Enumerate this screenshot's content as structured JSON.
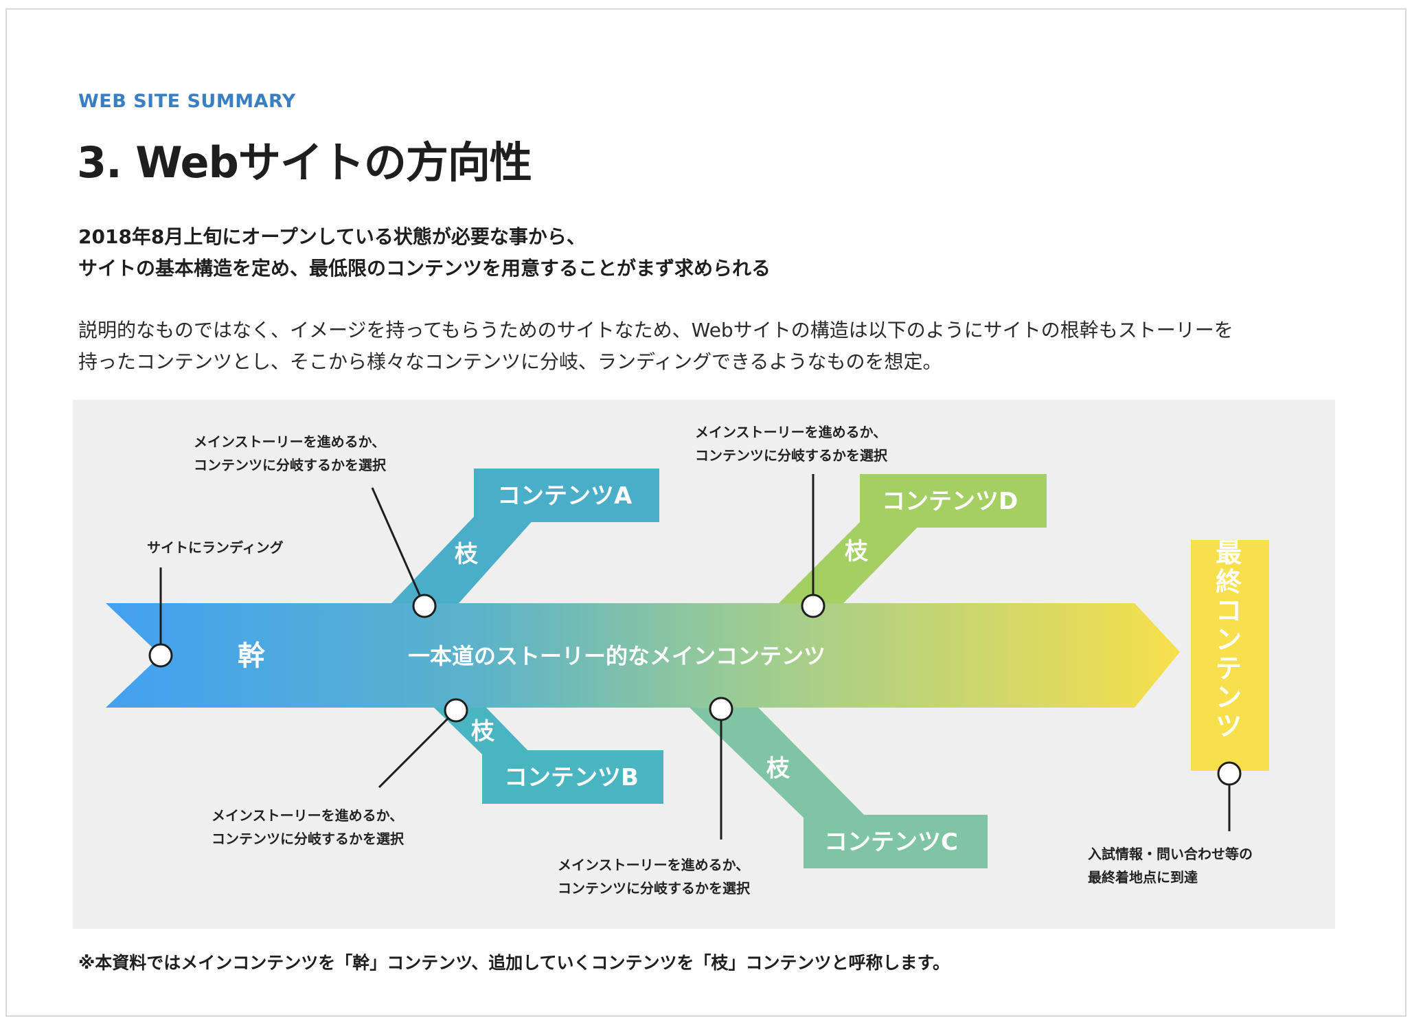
{
  "header": {
    "eyebrow": "WEB SITE SUMMARY",
    "title": "3. Webサイトの方向性"
  },
  "lead": {
    "line1": "2018年8月上旬にオープンしている状態が必要な事から、",
    "line2": "サイトの基本構造を定め、最低限のコンテンツを用意することがまず求められる"
  },
  "body": {
    "line1": "説明的なものではなく、イメージを持ってもらうためのサイトなため、Webサイトの構造は以下のようにサイトの根幹もストーリーを",
    "line2": "持ったコンテンツとし、そこから様々なコンテンツに分岐、ランディングできるようなものを想定。"
  },
  "diagram": {
    "trunk_label": "幹",
    "main_label": "一本道のストーリー的なメインコンテンツ",
    "branch_label": "枝",
    "contents_a": "コンテンツA",
    "contents_b": "コンテンツB",
    "contents_c": "コンテンツC",
    "contents_d": "コンテンツD",
    "final_label": "最終コンテンツ",
    "note_landing": "サイトにランディング",
    "note_select_line1": "メインストーリーを進めるか、",
    "note_select_line2": "コンテンツに分岐するかを選択",
    "note_final_line1": "入試情報・問い合わせ等の",
    "note_final_line2": "最終着地点に到達",
    "colors": {
      "blue": "#42a1f2",
      "teal_a": "#4aaec8",
      "teal_b": "#49b5c1",
      "green_c": "#7fc4a3",
      "green_d": "#a3cf63",
      "yellow": "#f7e04b",
      "background": "#efefef"
    }
  },
  "footnote": "※本資料ではメインコンテンツを「幹」コンテンツ、追加していくコンテンツを「枝」コンテンツと呼称します。"
}
